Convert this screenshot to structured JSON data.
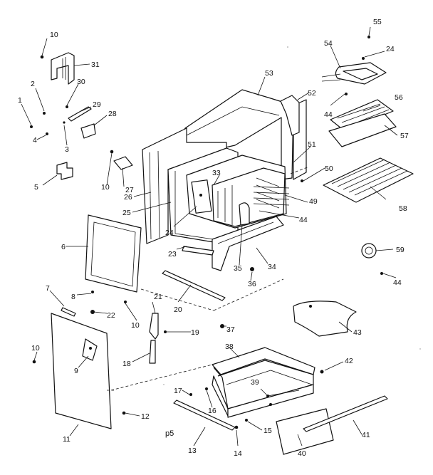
{
  "diagram": {
    "page_marker": "p5",
    "callouts": [
      "10",
      "31",
      "2",
      "30",
      "29",
      "28",
      "1",
      "4",
      "3",
      "5",
      "27",
      "26",
      "25",
      "24",
      "23",
      "6",
      "7",
      "8",
      "22",
      "21",
      "20",
      "19",
      "18",
      "9",
      "11",
      "12",
      "13",
      "14",
      "15",
      "16",
      "17",
      "38",
      "39",
      "40",
      "41",
      "42",
      "43",
      "33",
      "49",
      "44",
      "35",
      "36",
      "37",
      "34",
      "50",
      "51",
      "52",
      "53",
      "54",
      "55",
      "56",
      "57",
      "58",
      "59"
    ]
  }
}
